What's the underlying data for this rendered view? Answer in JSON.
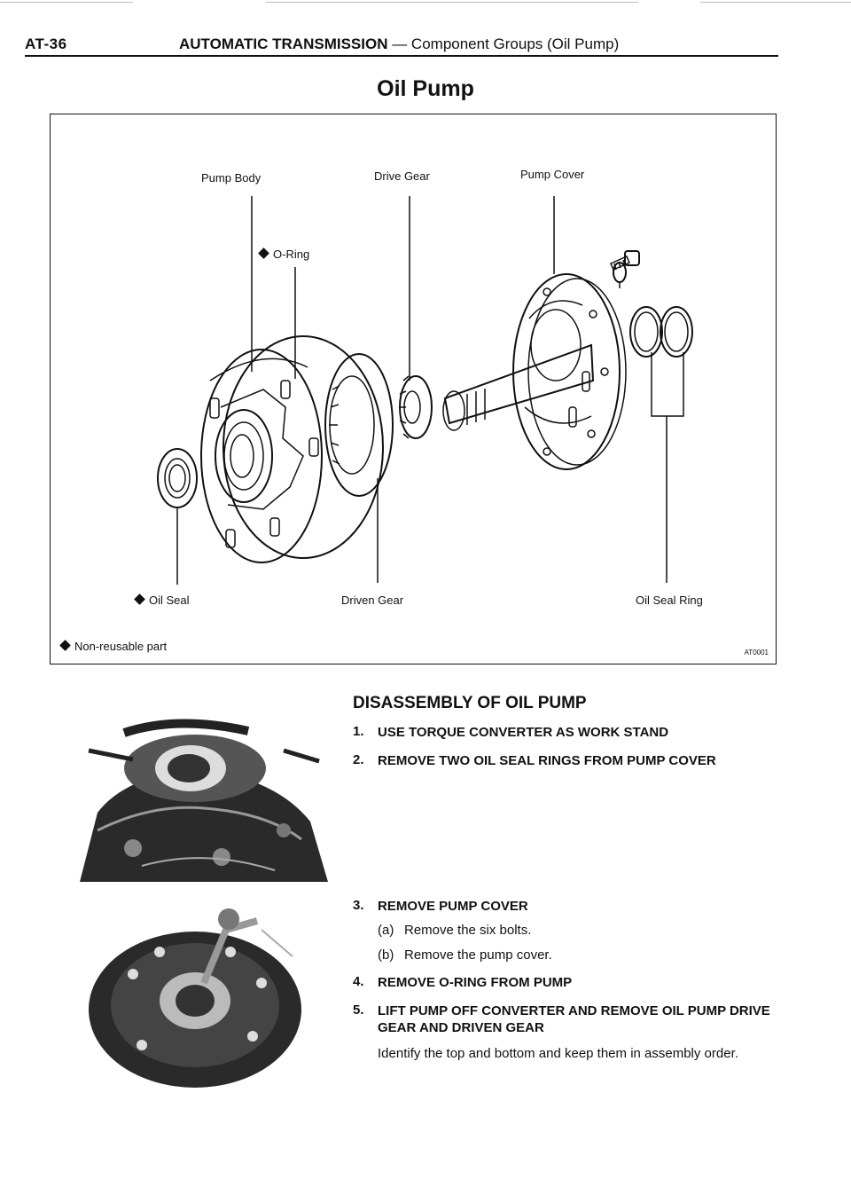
{
  "header": {
    "page_number": "AT-36",
    "section_bold": "AUTOMATIC TRANSMISSION",
    "section_rest": " — Component Groups (Oil Pump)"
  },
  "page_title": "Oil Pump",
  "figure": {
    "labels": {
      "pump_body": "Pump Body",
      "drive_gear": "Drive Gear",
      "pump_cover": "Pump Cover",
      "o_ring": "O-Ring",
      "oil_seal": "Oil Seal",
      "driven_gear": "Driven Gear",
      "oil_seal_ring": "Oil Seal Ring"
    },
    "legend": "Non-reusable part",
    "code": "AT0001",
    "marker_icon": "diamond-icon"
  },
  "procedure": {
    "heading": "DISASSEMBLY OF OIL PUMP",
    "steps": [
      {
        "num": "1.",
        "text": "USE TORQUE CONVERTER AS WORK STAND"
      },
      {
        "num": "2.",
        "text": "REMOVE TWO OIL SEAL RINGS FROM PUMP COVER"
      },
      {
        "num": "3.",
        "text": "REMOVE PUMP COVER"
      },
      {
        "num": "4.",
        "text": "REMOVE O-RING FROM PUMP"
      },
      {
        "num": "5.",
        "text": "LIFT PUMP OFF CONVERTER AND REMOVE OIL PUMP DRIVE GEAR AND DRIVEN GEAR"
      }
    ],
    "substeps": [
      {
        "letter": "(a)",
        "text": "Remove the six bolts."
      },
      {
        "letter": "(b)",
        "text": "Remove the pump cover."
      }
    ],
    "note": "Identify the top and bottom and keep them in assembly order."
  },
  "colors": {
    "ink": "#111111",
    "paper": "#ffffff",
    "photo_dark": "#222222",
    "photo_mid": "#888888"
  }
}
